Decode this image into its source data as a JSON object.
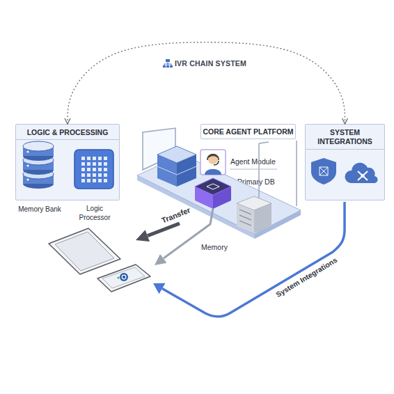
{
  "diagram": {
    "title": "IVR CHAIN SYSTEM",
    "nodes": [
      {
        "text": [
          "LOGIC & PROCESSING"
        ]
      },
      {
        "text": [
          "Memory Bank"
        ],
        "in": 0
      },
      {
        "text": [
          "Logic Processor"
        ],
        "in": 0
      },
      {
        "text": [
          "CORE AGENT PLATFORM"
        ]
      },
      {
        "text": [
          "Agent Module"
        ],
        "in": 3
      },
      {
        "text": [
          "Primary DB"
        ],
        "in": 3
      },
      {
        "text": [
          "SYSTEM INTEGRATIONS"
        ]
      }
    ],
    "edges": [
      {
        "from": 0,
        "to": 6,
        "arrow": "both"
      }
    ],
    "labels": [
      "Transfer",
      "Memory",
      "System Integrations"
    ]
  }
}
